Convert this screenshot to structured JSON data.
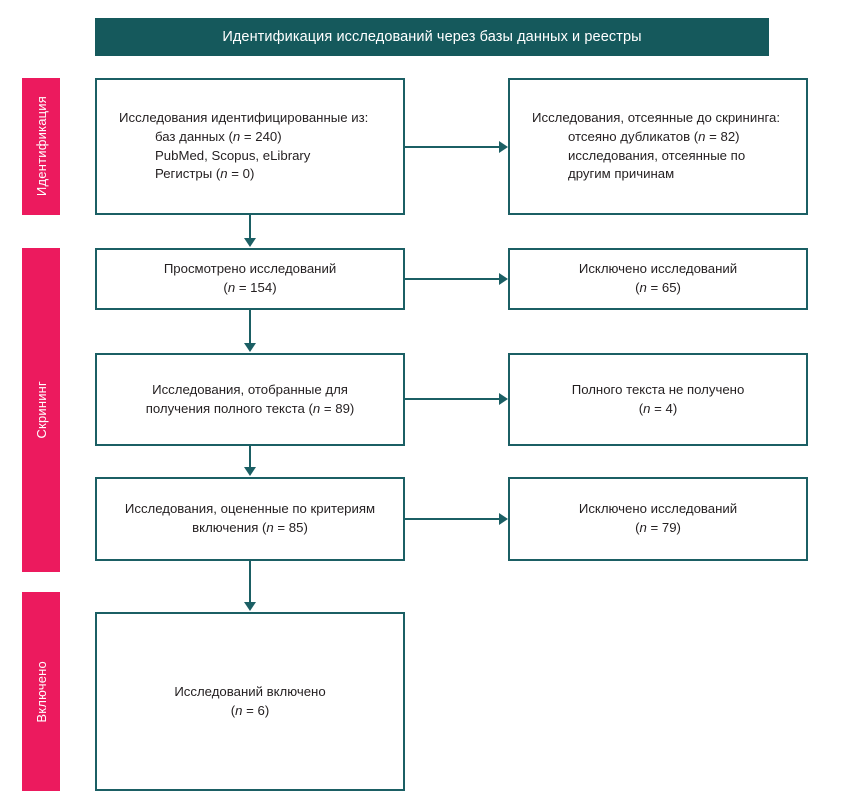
{
  "banner": {
    "title": "Идентификация исследований через базы данных и реестры"
  },
  "stages": [
    {
      "name": "identification",
      "label": "Идентификация"
    },
    {
      "name": "screening",
      "label": "Скрининг"
    },
    {
      "name": "included",
      "label": "Включено"
    }
  ],
  "boxes": {
    "identified": {
      "l1": "Исследования идентифицированные из:",
      "l2_pre": "баз данных (",
      "l2_n": "n",
      "l2_post": " = 240)",
      "l3": "PubMed, Scopus, eLibrary",
      "l4_pre": "Регистры (",
      "l4_n": "n",
      "l4_post": " = 0)"
    },
    "removed_before_screening": {
      "l1": "Исследования, отсеянные до скрининга:",
      "l2_pre": "отсеяно дубликатов (",
      "l2_n": "n",
      "l2_post": " = 82)",
      "l3": "исследования, отсеянные по",
      "l4": "другим причинам"
    },
    "screened": {
      "l1": "Просмотрено исследований",
      "l2_pre": "(",
      "l2_n": "n",
      "l2_post": " = 154)"
    },
    "excluded_screening": {
      "l1": "Исключено исследований",
      "l2_pre": "(",
      "l2_n": "n",
      "l2_post": " = 65)"
    },
    "sought_fulltext": {
      "l1": "Исследования, отобранные для",
      "l2_pre": "получения полного текста (",
      "l2_n": "n",
      "l2_post": " = 89)"
    },
    "not_retrieved": {
      "l1": "Полного текста не получено",
      "l2_pre": "(",
      "l2_n": "n",
      "l2_post": " = 4)"
    },
    "assessed": {
      "l1": "Исследования, оцененные по критериям",
      "l2_pre": "включения (",
      "l2_n": "n",
      "l2_post": " = 85)"
    },
    "excluded_eligibility": {
      "l1": "Исключено исследований",
      "l2_pre": "(",
      "l2_n": "n",
      "l2_post": " = 79)"
    },
    "included": {
      "l1": "Исследований включено",
      "l2_pre": "(",
      "l2_n": "n",
      "l2_post": " = 6)"
    }
  },
  "chart_data": {
    "type": "diagram",
    "title": "Идентификация исследований через базы данных и реестры",
    "diagram_kind": "PRISMA flow diagram",
    "stages": [
      "Идентификация",
      "Скрининг",
      "Включено"
    ],
    "nodes": [
      {
        "id": "identified",
        "stage": "Идентификация",
        "column": "left",
        "n_databases": 240,
        "n_registers": 0,
        "sources": "PubMed, Scopus, eLibrary"
      },
      {
        "id": "removed_before_screening",
        "stage": "Идентификация",
        "column": "right",
        "n_duplicates": 82,
        "n_other_reasons": null
      },
      {
        "id": "screened",
        "stage": "Скрининг",
        "column": "left",
        "n": 154
      },
      {
        "id": "excluded_screening",
        "stage": "Скрининг",
        "column": "right",
        "n": 65
      },
      {
        "id": "sought_fulltext",
        "stage": "Скрининг",
        "column": "left",
        "n": 89
      },
      {
        "id": "not_retrieved",
        "stage": "Скрининг",
        "column": "right",
        "n": 4
      },
      {
        "id": "assessed",
        "stage": "Скрининг",
        "column": "left",
        "n": 85
      },
      {
        "id": "excluded_eligibility",
        "stage": "Скрининг",
        "column": "right",
        "n": 79
      },
      {
        "id": "included",
        "stage": "Включено",
        "column": "left",
        "n": 6
      }
    ],
    "edges": [
      {
        "from": "identified",
        "to": "removed_before_screening",
        "direction": "right"
      },
      {
        "from": "identified",
        "to": "screened",
        "direction": "down"
      },
      {
        "from": "screened",
        "to": "excluded_screening",
        "direction": "right"
      },
      {
        "from": "screened",
        "to": "sought_fulltext",
        "direction": "down"
      },
      {
        "from": "sought_fulltext",
        "to": "not_retrieved",
        "direction": "right"
      },
      {
        "from": "sought_fulltext",
        "to": "assessed",
        "direction": "down"
      },
      {
        "from": "assessed",
        "to": "excluded_eligibility",
        "direction": "right"
      },
      {
        "from": "assessed",
        "to": "included",
        "direction": "down"
      }
    ],
    "colors": {
      "header": "#15595c",
      "box_border": "#1b5f64",
      "stage_bar": "#ec1a5e",
      "text": "#231f20",
      "background": "#ffffff"
    }
  }
}
